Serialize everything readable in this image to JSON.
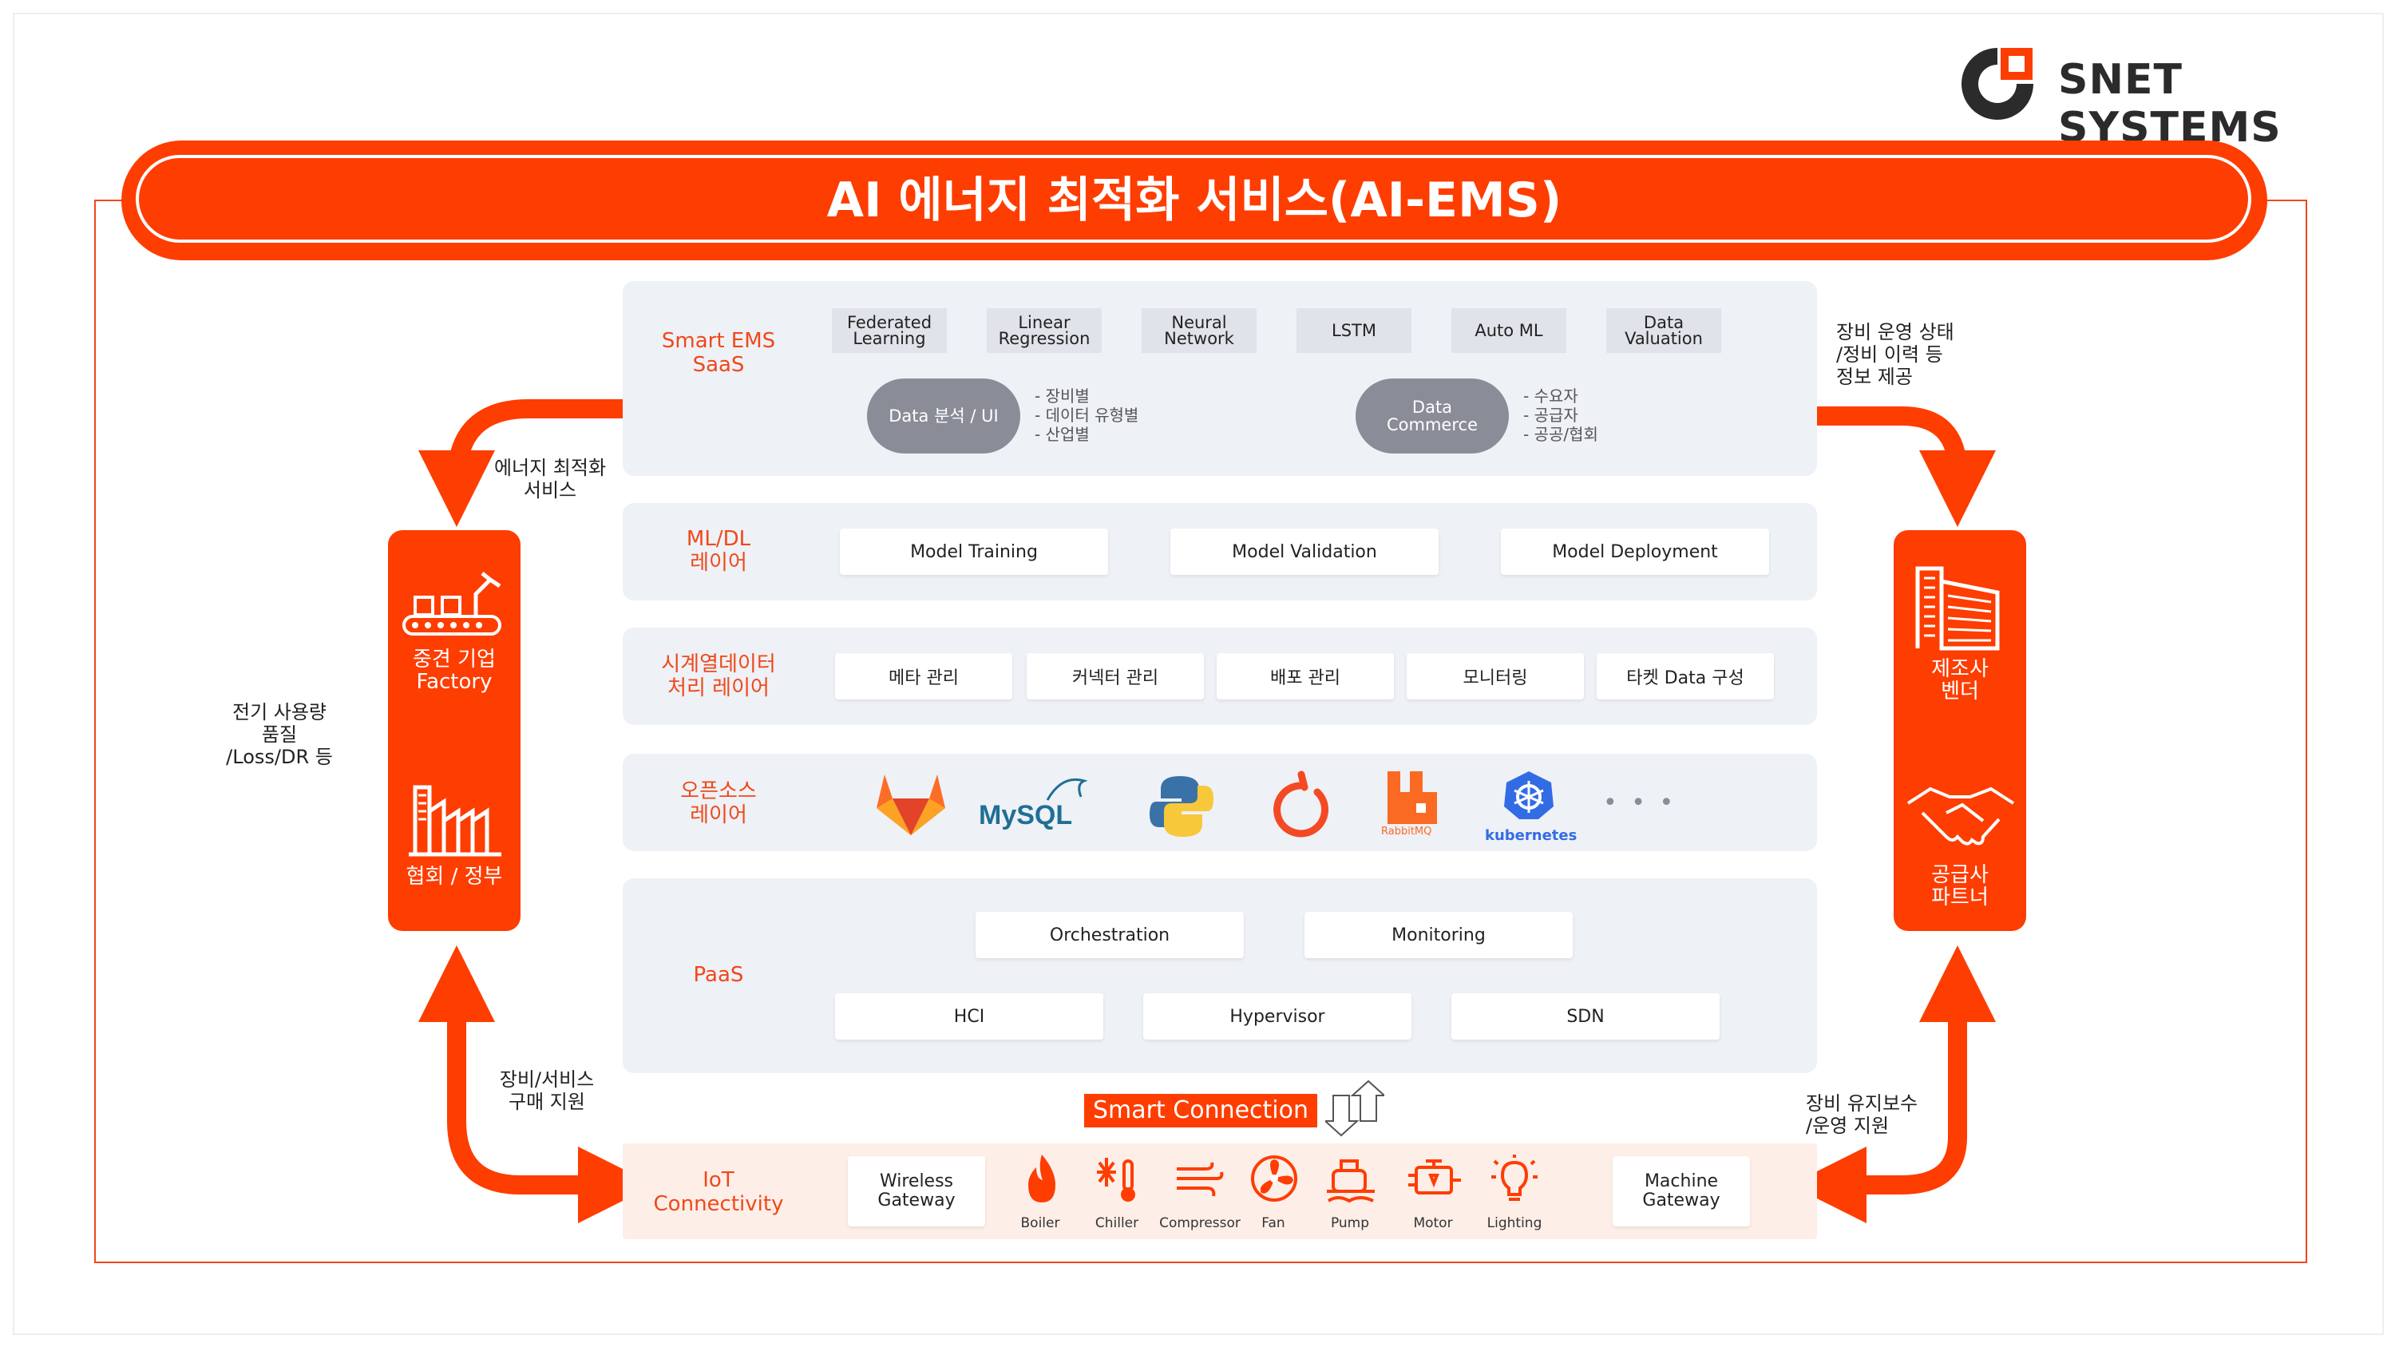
{
  "brand": {
    "name": "SNET SYSTEMS",
    "accent": "#fe3d00"
  },
  "title": "AI 에너지 최적화 서비스(AI-EMS)",
  "saas": {
    "label": "Smart EMS\nSaaS",
    "models": [
      "Federated\nLearning",
      "Linear\nRegression",
      "Neural\nNetwork",
      "LSTM",
      "Auto ML",
      "Data\nValuation"
    ],
    "analysis": "Data 분석 / UI",
    "analysis_notes": "- 장비별\n- 데이터 유형별\n- 산업별",
    "commerce": "Data\nCommerce",
    "commerce_notes": "- 수요자\n- 공급자\n- 공공/협회"
  },
  "ml": {
    "label": "ML/DL\n레이어",
    "items": [
      "Model Training",
      "Model Validation",
      "Model Deployment"
    ]
  },
  "ts": {
    "label": "시계열데이터\n처리 레이어",
    "items": [
      "메타 관리",
      "커넥터 관리",
      "배포 관리",
      "모니터링",
      "타켓 Data 구성"
    ]
  },
  "oss": {
    "label": "오픈소스\n레이어",
    "mysql": "MySQL",
    "rabbitmq": "RabbitMQ",
    "kubernetes": "kubernetes",
    "more": "• • •"
  },
  "paas": {
    "label": "PaaS",
    "top": [
      "Orchestration",
      "Monitoring"
    ],
    "bottom": [
      "HCI",
      "Hypervisor",
      "SDN"
    ]
  },
  "smart_connection": "Smart Connection",
  "iot": {
    "label": "IoT\nConnectivity",
    "wireless": "Wireless\nGateway",
    "machine": "Machine\nGateway",
    "devices": [
      "Boiler",
      "Chiller",
      "Compressor",
      "Fan",
      "Pump",
      "Motor",
      "Lighting"
    ]
  },
  "left": {
    "block_top": "중견 기업\nFactory",
    "block_bottom": "협회 / 정부",
    "note_top": "에너지 최적화\n서비스",
    "note_mid": "전기 사용량\n품질\n/Loss/DR 등",
    "note_bottom": "장비/서비스\n구매 지원"
  },
  "right": {
    "block_top": "제조사\n벤더",
    "block_bottom": "공급사\n파트너",
    "note_top": "장비 운영 상태\n/정비 이력 등\n정보 제공",
    "note_bottom": "장비 유지보수\n/운영 지원"
  }
}
